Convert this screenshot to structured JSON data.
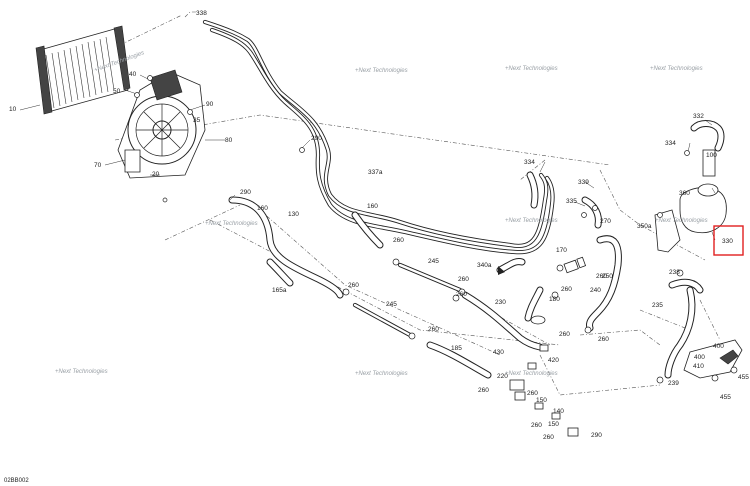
{
  "diagram_code": "02BB002",
  "highlighted_callout": "330",
  "watermark_text": "+Next Technologies",
  "callouts": [
    "338",
    "10",
    "40",
    "50",
    "90",
    "35",
    "80",
    "70",
    "20",
    "290",
    "290",
    "130",
    "165a",
    "337a",
    "160",
    "260",
    "245",
    "260",
    "260",
    "340a",
    "170",
    "260",
    "180",
    "260",
    "230",
    "260",
    "245",
    "260",
    "260",
    "185",
    "430",
    "420",
    "220",
    "260",
    "260",
    "150",
    "140",
    "260",
    "150",
    "290",
    "334",
    "339",
    "335",
    "270",
    "350a",
    "240",
    "250",
    "260",
    "332",
    "334",
    "100",
    "360",
    "330",
    "238",
    "235",
    "400",
    "410",
    "239",
    "455",
    "455"
  ],
  "highlight_color": "#e02020"
}
